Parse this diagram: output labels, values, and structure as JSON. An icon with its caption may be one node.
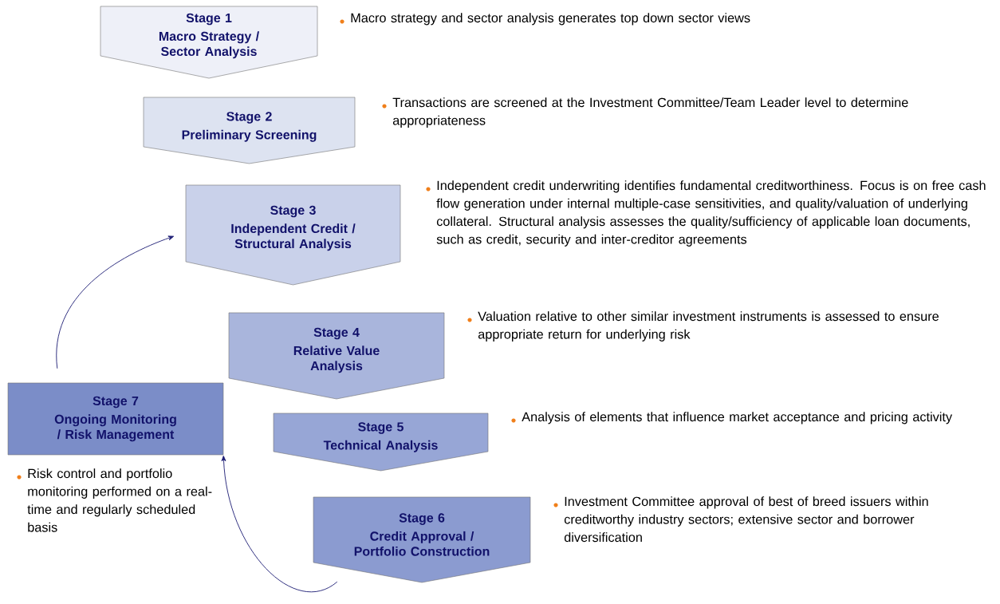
{
  "diagram": {
    "nodes": [
      {
        "text": [
          "Stage 1",
          "Macro Strategy / Sector Analysis"
        ],
        "beside": [
          "Macro strategy and sector analysis generates top down sector views"
        ]
      },
      {
        "text": [
          "Stage 2",
          "Preliminary Screening"
        ],
        "beside": [
          "Transactions are screened at the Investment Committee/Team Leader level to determine appropriateness"
        ]
      },
      {
        "text": [
          "Stage 3",
          "Independent Credit / Structural Analysis"
        ],
        "beside": [
          "Independent credit underwriting identifies fundamental creditworthiness. Focus is on free cash flow generation under internal multiple-case sensitivities, and quality/valuation of underlying collateral. Structural analysis assesses the quality/sufficiency of applicable loan documents, such as credit, security and inter-creditor agreements"
        ]
      },
      {
        "text": [
          "Stage 4",
          "Relative Value Analysis"
        ],
        "beside": [
          "Valuation relative to other similar investment instruments is assessed to ensure appropriate return for underlying risk"
        ]
      },
      {
        "text": [
          "Stage 5",
          "Technical Analysis"
        ],
        "beside": [
          "Analysis of elements that influence market acceptance and pricing activity"
        ]
      },
      {
        "text": [
          "Stage 6",
          "Credit Approval / Portfolio Construction"
        ],
        "beside": [
          "Investment Committee approval of best of breed issuers within creditworthy industry sectors; extensive sector and borrower diversification"
        ]
      },
      {
        "text": [
          "Stage 7",
          "Ongoing Monitoring / Risk Management"
        ],
        "beside": [
          "Risk control and portfolio monitoring performed on a real-time and regularly scheduled basis"
        ]
      }
    ],
    "edges": [
      {
        "from": 5,
        "to": 6,
        "arrow": "to"
      },
      {
        "from": 6,
        "to": 2,
        "arrow": "to"
      }
    ]
  }
}
